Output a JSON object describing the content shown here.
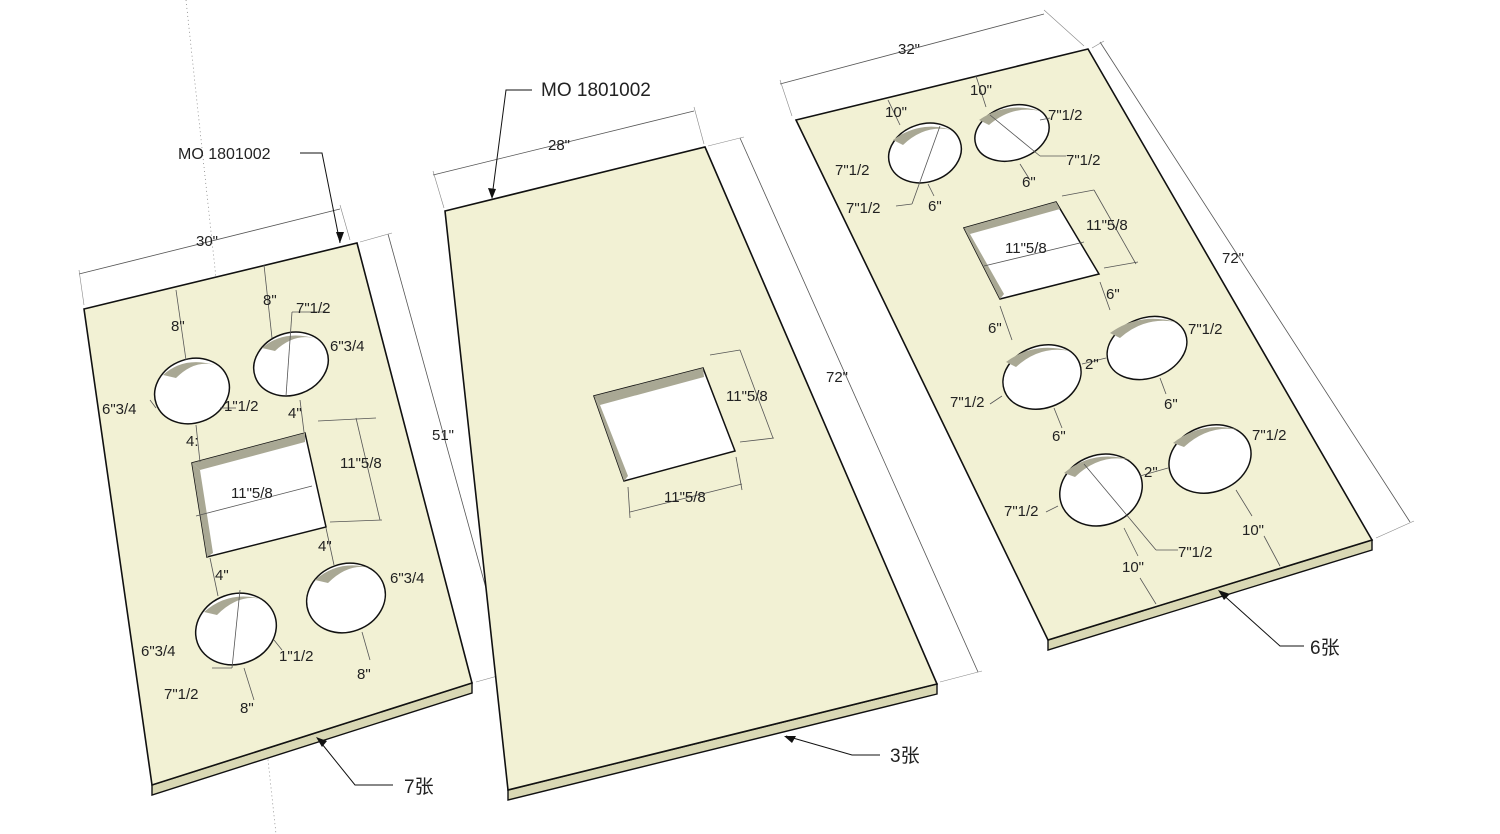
{
  "boards": {
    "left": {
      "code": "MO 1801002",
      "count": "7张",
      "width": "30\"",
      "length": "51\"",
      "dims": {
        "top_left_margin": "8\"",
        "top_right_margin": "8\"",
        "hole_tl_side": "6\"3/4",
        "hole_tr_diam": "7\"1/2",
        "hole_tr_side": "6\"3/4",
        "gap_top": "1\"1/2",
        "above_square_right": "4\"",
        "above_square_left": "4:",
        "square_width": "11\"5/8",
        "square_height": "11\"5/8",
        "below_square_right": "4\"",
        "below_square_left": "4\"",
        "hole_br_side": "6\"3/4",
        "hole_bl_side": "6\"3/4",
        "gap_bottom": "1\"1/2",
        "hole_bl_diam": "7\"1/2",
        "bottom_left_margin": "8\"",
        "bottom_right_margin": "8\""
      }
    },
    "middle": {
      "code": "MO 1801002",
      "count": "3张",
      "width": "28\"",
      "length": "72\"",
      "dims": {
        "square_height": "11\"5/8",
        "square_width": "11\"5/8"
      }
    },
    "right": {
      "count": "6张",
      "width": "32\"",
      "length": "72\"",
      "dims": {
        "top_left_margin": "10\"",
        "top_right_margin": "10\"",
        "hole_a_diam_top": "7\"1/2",
        "hole_a_diam_side": "7\"1/2",
        "hole_a_diam_low": "7\"1/2",
        "hole_b_diam": "7\"1/2",
        "gap_1_right": "6\"",
        "gap_1_left": "6\"",
        "square_height": "11\"5/8",
        "square_width": "11\"5/8",
        "gap_2_right": "6\"",
        "gap_2_left": "6\"",
        "hole_c_diam": "7\"1/2",
        "hole_d_diam": "7\"1/2",
        "between_mid": "2\"",
        "gap_3_right": "6\"",
        "gap_3_left": "6\"",
        "hole_e_diam": "7\"1/2",
        "hole_f_diam": "7\"1/2",
        "between_low": "2\"",
        "hole_f_low": "7\"1/2",
        "bottom_right_margin": "10\"",
        "bottom_left_margin": "10\""
      }
    }
  }
}
